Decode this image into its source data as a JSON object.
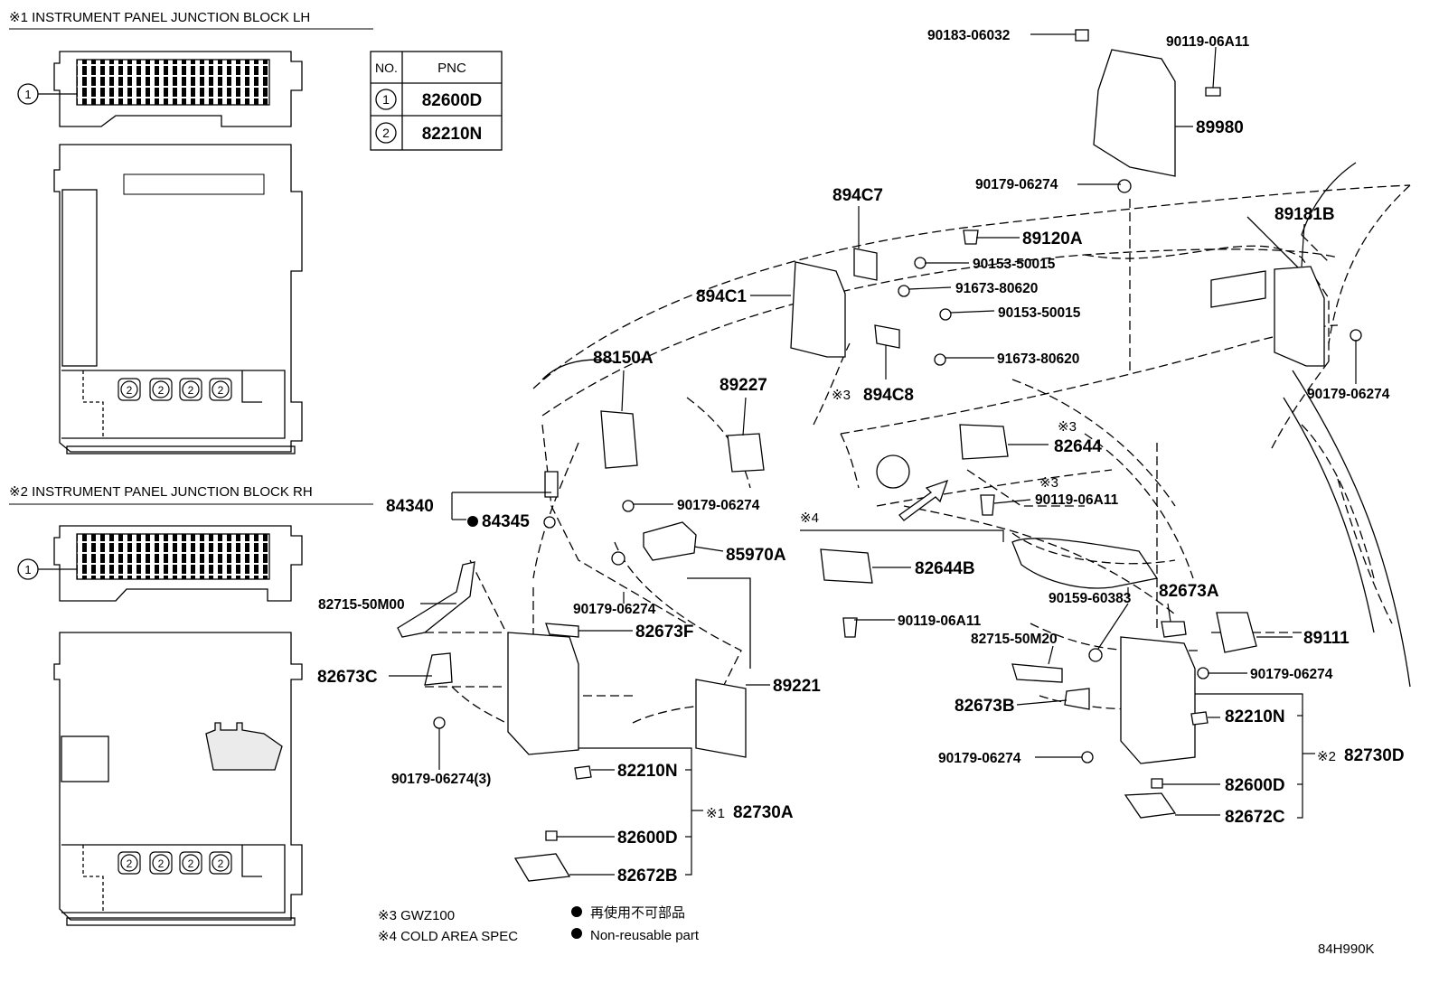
{
  "sections": {
    "lh_title": "※1 INSTRUMENT PANEL JUNCTION BLOCK LH",
    "rh_title": "※2 INSTRUMENT PANEL JUNCTION BLOCK RH"
  },
  "table": {
    "headers": [
      "NO.",
      "PNC"
    ],
    "rows": [
      {
        "no": "1",
        "pnc": "82600D"
      },
      {
        "no": "2",
        "pnc": "82210N"
      }
    ]
  },
  "markers": {
    "one": "1",
    "two": "2",
    "mark3": "※3",
    "mark4": "※4"
  },
  "parts": {
    "p1": "90183-06032",
    "p2": "90119-06A11",
    "p3": "89980",
    "p4": "90179-06274",
    "p5": "894C7",
    "p6": "89181B",
    "p7": "89120A",
    "p8": "90153-50015",
    "p9": "894C1",
    "p10": "91673-80620",
    "p11": "90153-50015",
    "p12": "91673-80620",
    "p13": "90179-06274",
    "p14": "88150A",
    "p15": "89227",
    "p16": "894C8",
    "p17": "82644",
    "p18": "84340",
    "p19": "84345",
    "p20": "90179-06274",
    "p21": "90119-06A11",
    "p22": "85970A",
    "p23": "82644B",
    "p24": "90159-60383",
    "p25": "82673A",
    "p26": "82715-50M00",
    "p27": "90179-06274",
    "p28": "90119-06A11",
    "p29": "89111",
    "p30": "82673F",
    "p31": "82715-50M20",
    "p32": "90179-06274",
    "p33": "82673C",
    "p34": "89221",
    "p35": "82673B",
    "p36": "82210N",
    "p37": "90179-06274(3)",
    "p38": "82210N",
    "p39": "90179-06274",
    "p40": "82730D",
    "p41": "82730A",
    "p42": "82600D",
    "p43": "82600D",
    "p44": "82672B",
    "p45": "82672C"
  },
  "ref_marks": {
    "r1": "※1",
    "r2": "※2"
  },
  "notes": {
    "n1": "※3 GWZ100",
    "n2": "※4 COLD AREA SPEC",
    "n3": "再使用不可部品",
    "n4": "Non-reusable part"
  },
  "diagram_code": "84H990K"
}
